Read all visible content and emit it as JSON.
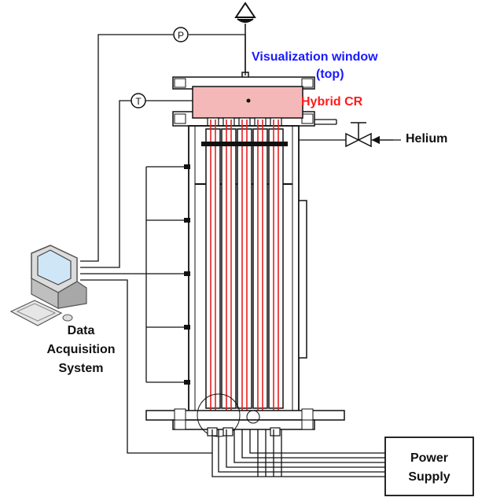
{
  "labels": {
    "visualization_line1": "Visualization window",
    "visualization_line2": "(top)",
    "hybrid_cr": "Hybrid CR",
    "helium": "Helium",
    "data_line1": "Data",
    "data_line2": "Acquisition",
    "data_line3": "System",
    "power_line1": "Power",
    "power_line2": "Supply",
    "pressure_symbol": "P",
    "temperature_symbol": "T"
  },
  "colors": {
    "annotation_blue": "#1a1aff",
    "annotation_red": "#ff1a1a",
    "hybrid_cr_fill": "#f5b8b8",
    "rod_red": "#e62020",
    "line_black": "#111111"
  },
  "icons": [
    "eye-icon",
    "valve-icon",
    "computer-icon"
  ]
}
